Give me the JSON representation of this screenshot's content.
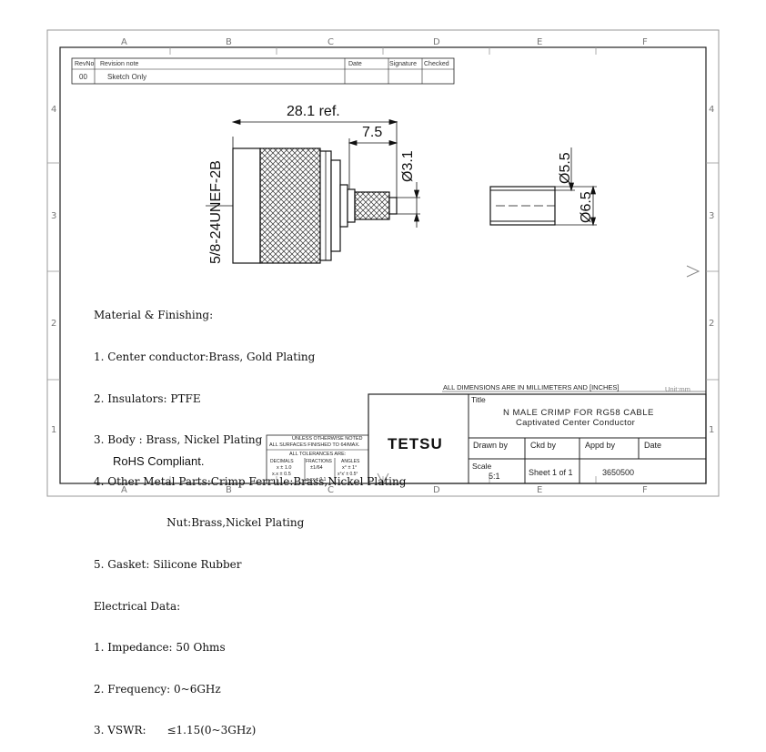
{
  "zones": {
    "columns": [
      "A",
      "B",
      "C",
      "D",
      "E",
      "F"
    ],
    "rows": [
      "4",
      "3",
      "2",
      "1"
    ]
  },
  "revision_table": {
    "headers": [
      "RevNo",
      "Revision note",
      "Date",
      "Signature",
      "Checked"
    ],
    "rows": [
      [
        "00",
        "Sketch Only",
        "",
        "",
        ""
      ]
    ]
  },
  "drawing": {
    "length_dim": "28.1 ref.",
    "ferrule_length_dim": "7.5",
    "pin_dia_dim": "Ø3.1",
    "thread_label": "5/8-24UNEF-2B",
    "ferrule_inner_dia": "Ø5.5",
    "ferrule_outer_dia": "Ø6.5"
  },
  "notes": [
    "Material & Finishing:",
    "1. Center conductor:Brass, Gold Plating",
    "2. Insulators: PTFE",
    "3. Body : Brass, Nickel Plating",
    "4. Other Metal Parts:Crimp Ferrule:Brass,Nickel Plating",
    "                     Nut:Brass,Nickel Plating",
    "5. Gasket: Silicone Rubber",
    "Electrical Data:",
    "1. Impedance: 50 Ohms",
    "2. Frequency: 0~6GHz",
    "3. VSWR:      ≤1.15(0~3GHz)"
  ],
  "rohs": "RoHS Compliant.",
  "dimension_note": "ALL DIMENSIONS ARE IN MILLIMETERS AND [INCHES]",
  "unit": "Unit:mm",
  "tolerance_box": {
    "line1": "UNLESS OTHERWISE NOTED",
    "line2": "ALL SURFACES FINISHED TO 64/MAX.",
    "line3": "ALL TOLERANCES ARE:",
    "col_decimals": "DECIMALS",
    "col_fractions": "FRACTIONS",
    "col_angles": "ANGLES",
    "dec1": "x ± 1.0",
    "dec2": "x.x ± 0.5",
    "frac1": "±1/64",
    "frac2": "x.xx ± 0.1",
    "ang1": "x° ± 1°",
    "ang2": "x°x' ± 0.5°"
  },
  "title_block": {
    "title_label": "Title",
    "title_line1": "N MALE CRIMP FOR RG58 CABLE",
    "title_line2": "Captivated Center Conductor",
    "company": "TETSU",
    "drawn_by": "Drawn by",
    "ckd_by": "Ckd by",
    "appd_by": "Appd by",
    "date": "Date",
    "scale_label": "Scale",
    "scale_value": "5:1",
    "sheet": "Sheet 1 of 1",
    "part_no": "3650500"
  }
}
